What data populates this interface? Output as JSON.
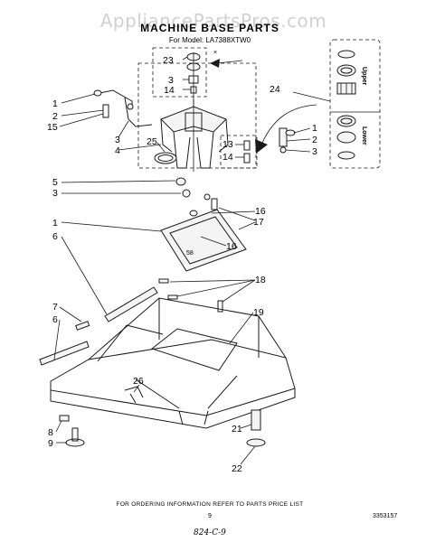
{
  "watermark": "AppliancePartsPros.com",
  "title": "MACHINE BASE PARTS",
  "model_line": "For Model: LA7388XTW0",
  "callouts": {
    "n1a": "1",
    "n2a": "2",
    "n15": "15",
    "n3a": "3",
    "n4": "4",
    "n25": "25",
    "n5": "5",
    "n3b": "3",
    "n1b": "1",
    "n6a": "6",
    "n23": "23",
    "n3c": "3",
    "n14a": "14",
    "n24": "24",
    "n13": "13",
    "n14b": "14",
    "n1c": "1",
    "n2b": "2",
    "n3d": "3",
    "n16a": "16",
    "n17": "17",
    "n16b": "16",
    "n18": "18",
    "n7": "7",
    "n6b": "6",
    "n19": "19",
    "n26": "26",
    "n8": "8",
    "n9": "9",
    "n21": "21",
    "n22": "22"
  },
  "inset_labels": {
    "upper": "Upper",
    "lower": "Lower"
  },
  "footer": {
    "ordering": "FOR ORDERING INFORMATION REFER TO PARTS PRICE LIST",
    "page": "9",
    "part_code": "3353157",
    "handwritten": "824-C-9"
  }
}
